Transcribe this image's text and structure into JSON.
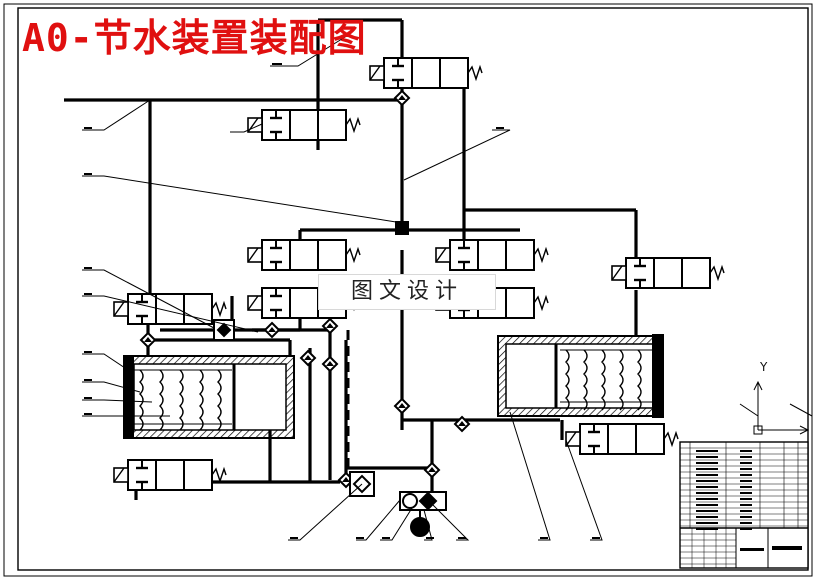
{
  "drawing": {
    "title": "A0-节水装置装配图",
    "watermark": "图文设计",
    "axis_label_y": "Y"
  },
  "colors": {
    "title": "#e01010",
    "line": "#000000",
    "background": "#ffffff"
  }
}
